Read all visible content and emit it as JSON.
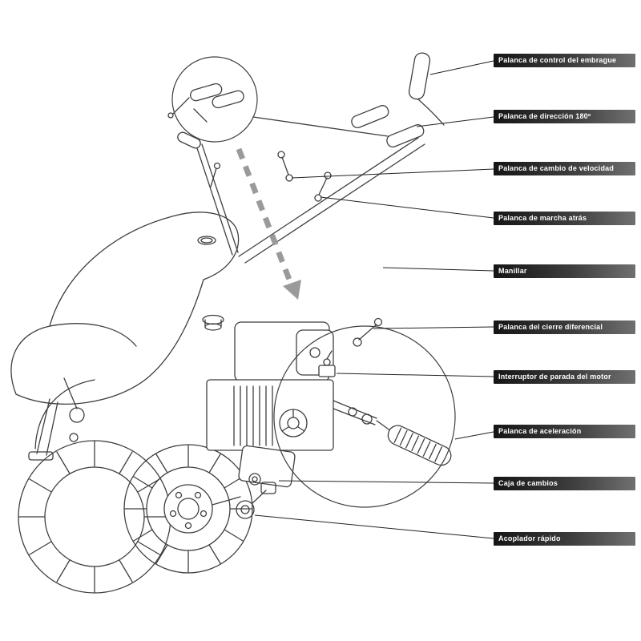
{
  "diagram": {
    "subject": "motocultor-parts-diagram",
    "callouts": [
      {
        "label": "Palanca de control del embrague"
      },
      {
        "label": "Palanca de dirección 180º"
      },
      {
        "label": "Palanca de cambio de velocidad"
      },
      {
        "label": "Palanca de marcha atrás"
      },
      {
        "label": "Manillar"
      },
      {
        "label": "Palanca del cierre diferencial"
      },
      {
        "label": "Interruptor de parada del motor"
      },
      {
        "label": "Palanca de aceleración"
      },
      {
        "label": "Caja de cambios"
      },
      {
        "label": "Acoplador rápido"
      }
    ],
    "colors": {
      "label_bar_dark": "#151515",
      "label_bar_light": "#707070",
      "label_text": "#ffffff",
      "line_art": "#3f3f3f",
      "leader_line": "#222222",
      "arrow": "#9a9a9a",
      "background": "#ffffff"
    }
  }
}
